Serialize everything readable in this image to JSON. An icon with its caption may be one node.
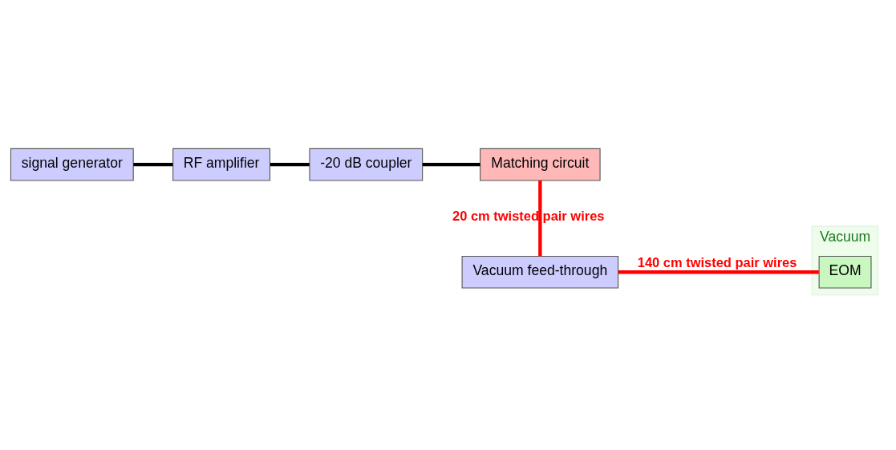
{
  "diagram": {
    "nodes": [
      {
        "text": [
          "signal generator"
        ]
      },
      {
        "text": [
          "RF amplifier"
        ]
      },
      {
        "text": [
          "-20 dB coupler"
        ]
      },
      {
        "text": [
          "Matching circuit"
        ]
      },
      {
        "text": [
          "Vacuum feed-through"
        ]
      },
      {
        "text": [
          "Vacuum"
        ]
      },
      {
        "text": [
          "EOM"
        ],
        "in": 5
      }
    ],
    "edges": [
      {
        "from": 0,
        "to": 1,
        "arrow": "none"
      },
      {
        "from": 1,
        "to": 2,
        "arrow": "none"
      },
      {
        "from": 2,
        "to": 3,
        "arrow": "none"
      },
      {
        "from": 3,
        "to": 4,
        "arrow": "none",
        "color": "#ff0000",
        "label": "20 cm twisted pair wires"
      },
      {
        "from": 4,
        "to": 6,
        "arrow": "none",
        "color": "#ff0000",
        "label": "140 cm twisted pair wires"
      }
    ]
  }
}
